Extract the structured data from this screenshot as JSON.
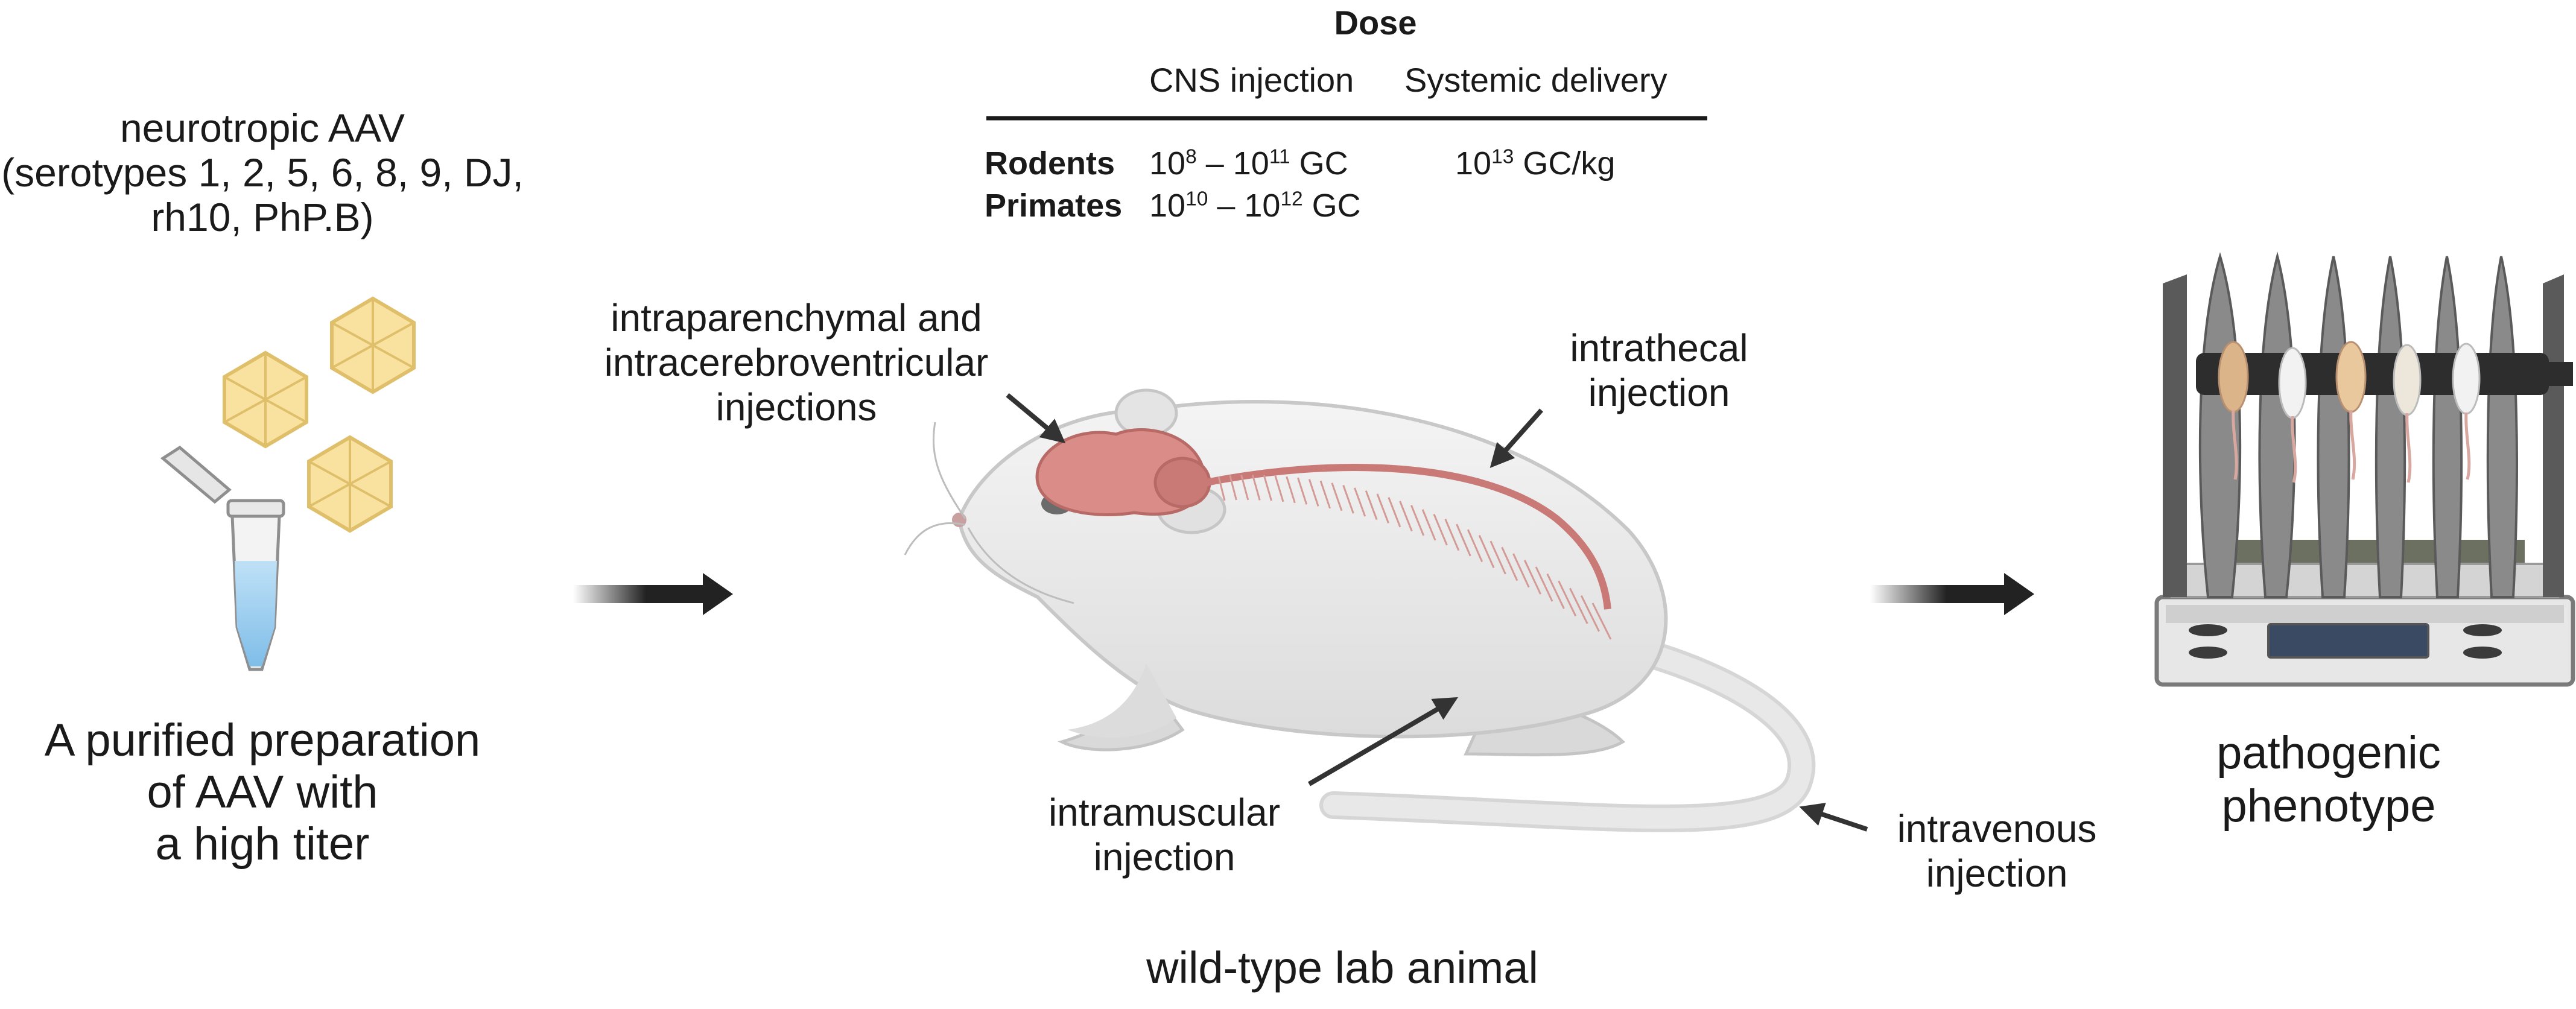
{
  "aav": {
    "title_line1": "neurotropic AAV",
    "title_line2": "(serotypes 1, 2, 5, 6, 8, 9, DJ,",
    "title_line3": "rh10, PhP.B)",
    "prep_line1": "A purified preparation",
    "prep_line2": "of AAV with",
    "prep_line3": "a high titer"
  },
  "dose": {
    "title": "Dose",
    "col_cns": "CNS injection",
    "col_systemic": "Systemic delivery",
    "rows": [
      {
        "label": "Rodents",
        "cns_base1": "10",
        "cns_exp1": "8",
        "cns_sep": " – ",
        "cns_base2": "10",
        "cns_exp2": "11",
        "cns_unit": " GC",
        "sys_base": "10",
        "sys_exp": "13",
        "sys_unit": " GC/kg"
      },
      {
        "label": "Primates",
        "cns_base1": "10",
        "cns_exp1": "10",
        "cns_sep": " – ",
        "cns_base2": "10",
        "cns_exp2": "12",
        "cns_unit": " GC"
      }
    ]
  },
  "routes": {
    "ip_line1": "intraparenchymal and",
    "ip_line2": "intracerebroventricular",
    "ip_line3": "injections",
    "it_line1": "intrathecal",
    "it_line2": "injection",
    "im_line1": "intramuscular",
    "im_line2": "injection",
    "iv_line1": "intravenous",
    "iv_line2": "injection"
  },
  "animal": {
    "caption": "wild-type lab animal"
  },
  "outcome": {
    "line1": "pathogenic",
    "line2": "phenotype"
  },
  "colors": {
    "capsid_fill": "#f9e2a0",
    "capsid_stroke": "#e0bf6a",
    "tube_liquid": "#a8d4f2",
    "brain": "#d98c88",
    "mouse_body": "#e9e9e9",
    "arrow": "#222222",
    "rotarod_dark": "#4a4a4a",
    "rotarod_light": "#b8b8b8"
  }
}
